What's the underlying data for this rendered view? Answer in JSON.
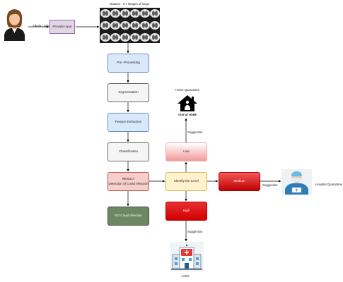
{
  "user": {
    "label": "Admin Login"
  },
  "input": {
    "label": "Provide Input"
  },
  "dataset": {
    "label": "Dataset - CT Images of lungs"
  },
  "steps": {
    "preprocessing": "Pre -Processing",
    "segmentation": "Segmentation",
    "feature_extraction": "Feature Extraction",
    "classification": "Classification",
    "result_title": "RESULT",
    "result_text": "Detection of Covid Infection",
    "no_covid": "NO Covid Infection",
    "identify": "Identify the Level"
  },
  "levels": {
    "low": "Low",
    "medium": "Medium",
    "high": "High"
  },
  "suggestions": {
    "low": "Suggestion",
    "medium": "Suggestion",
    "high": "Suggestion"
  },
  "outcomes": {
    "home_title": "Home Quarantine",
    "home_sign": "STAY AT HOME",
    "hospital_quarantine": "Hospital Quarantine",
    "admit": "Admit"
  },
  "colors": {
    "input_fill": "#e1d5e7",
    "blue_fill": "#dae8fc",
    "grey_fill": "#f5f5f5",
    "result_fill": "#f8cecc",
    "no_covid_fill": "#6d8764",
    "identify_fill": "#fff2cc",
    "danger_red": "#d00000"
  },
  "icons": [
    "user-avatar-icon",
    "ct-scan-grid-image",
    "stay-at-home-house-icon",
    "doctor-with-mask-icon",
    "hospital-building-icon"
  ]
}
